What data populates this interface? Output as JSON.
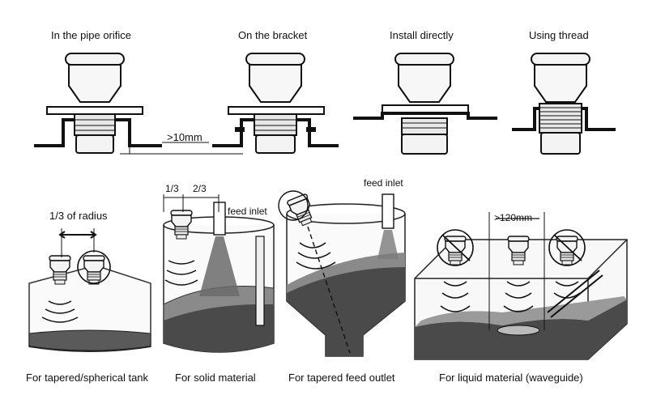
{
  "top_row": {
    "captions": [
      "In the pipe orifice",
      "On the bracket",
      "Install directly",
      "Using thread"
    ],
    "dimension": ">10mm"
  },
  "bottom_row": {
    "captions": [
      "For tapered/spherical tank",
      "For solid material",
      "For  tapered feed outlet",
      "For liquid material (waveguide)"
    ],
    "radius_note": "1/3 of radius",
    "fraction_a": "1/3",
    "fraction_b": "2/3",
    "feed_inlet": "feed inlet",
    "distance": ">120mm"
  },
  "colors": {
    "line": "#111111",
    "sensor_fill": "#f4f4f4",
    "material": "#4a4a4a",
    "material_light": "#8c8c8c",
    "tank_wall": "#222222"
  }
}
